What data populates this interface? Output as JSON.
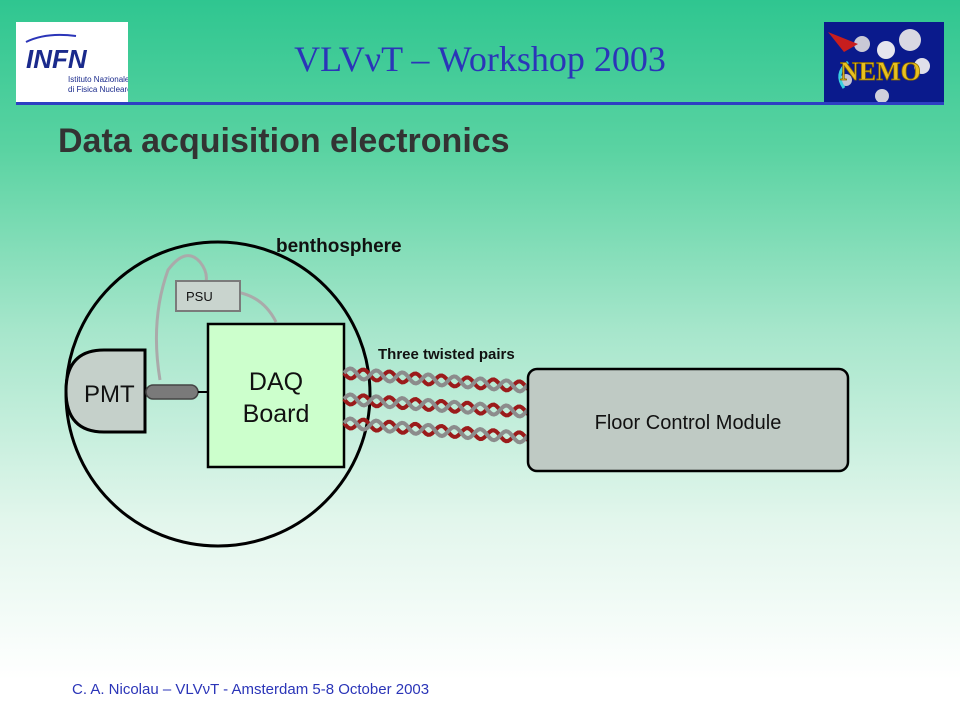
{
  "header": {
    "title": "VLVνT – Workshop 2003",
    "logo_left": {
      "line1": "INFN",
      "line2": "Istituto Nazionale",
      "line3": "di Fisica Nucleare"
    },
    "logo_right": {
      "text": "NEMO"
    }
  },
  "slide": {
    "title": "Data acquisition electronics"
  },
  "diagram": {
    "sphere_label": "benthosphere",
    "psu_label": "PSU",
    "pmt_label": "PMT",
    "daq_label_line1": "DAQ",
    "daq_label_line2": "Board",
    "cable_label": "Three twisted pairs",
    "fcm_label": "Floor Control Module"
  },
  "footer": {
    "text": "C. A. Nicolau – VLVνT - Amsterdam 5-8 October 2003"
  },
  "colors": {
    "accent": "#2b35b8",
    "daq_fill": "#ccffcc",
    "fcm_fill": "#bfcac4",
    "wire_red": "#9b1b1b",
    "wire_gray": "#8c8c8c"
  }
}
